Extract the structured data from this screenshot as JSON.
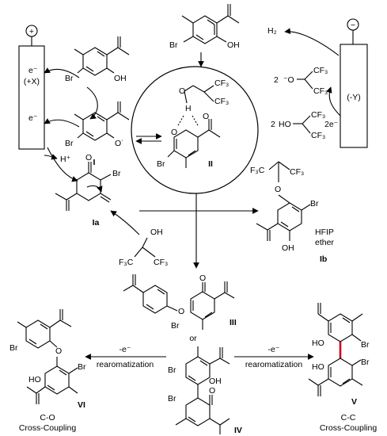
{
  "anode": {
    "symbol": "+",
    "label": "(+X)",
    "e_labels": [
      "e⁻",
      "e⁻"
    ]
  },
  "cathode": {
    "symbol": "−",
    "label": "(-Y)",
    "h2": "H₂",
    "two_e": "2e⁻",
    "coef_anion": "2",
    "coef_hfip": "2"
  },
  "substituent": {
    "br": "Br",
    "oh": "OH",
    "o": "O",
    "o_radical": "O˙",
    "o_anion": "⁻O",
    "ho": "HO",
    "h": "H",
    "cf3": "CF₃",
    "f3c": "F₃C",
    "h_plus": "H⁺"
  },
  "compounds": {
    "I": "I",
    "II": "II",
    "Ia": "Ia",
    "Ib": "Ib",
    "III": "III",
    "IV": "IV",
    "V": "V",
    "VI": "VI"
  },
  "text": {
    "hfip_ether_1": "HFIP",
    "hfip_ether_2": "ether",
    "or": "or",
    "minus_e_left": "-e⁻",
    "minus_e_right": "-e⁻",
    "rearom_left": "rearomatization",
    "rearom_right": "rearomatization",
    "co_1": "C-O",
    "co_2": "Cross-Coupling",
    "cc_1": "C-C",
    "cc_2": "Cross-Coupling"
  },
  "colors": {
    "new_bond": "#d0021b",
    "ink": "#000000"
  }
}
